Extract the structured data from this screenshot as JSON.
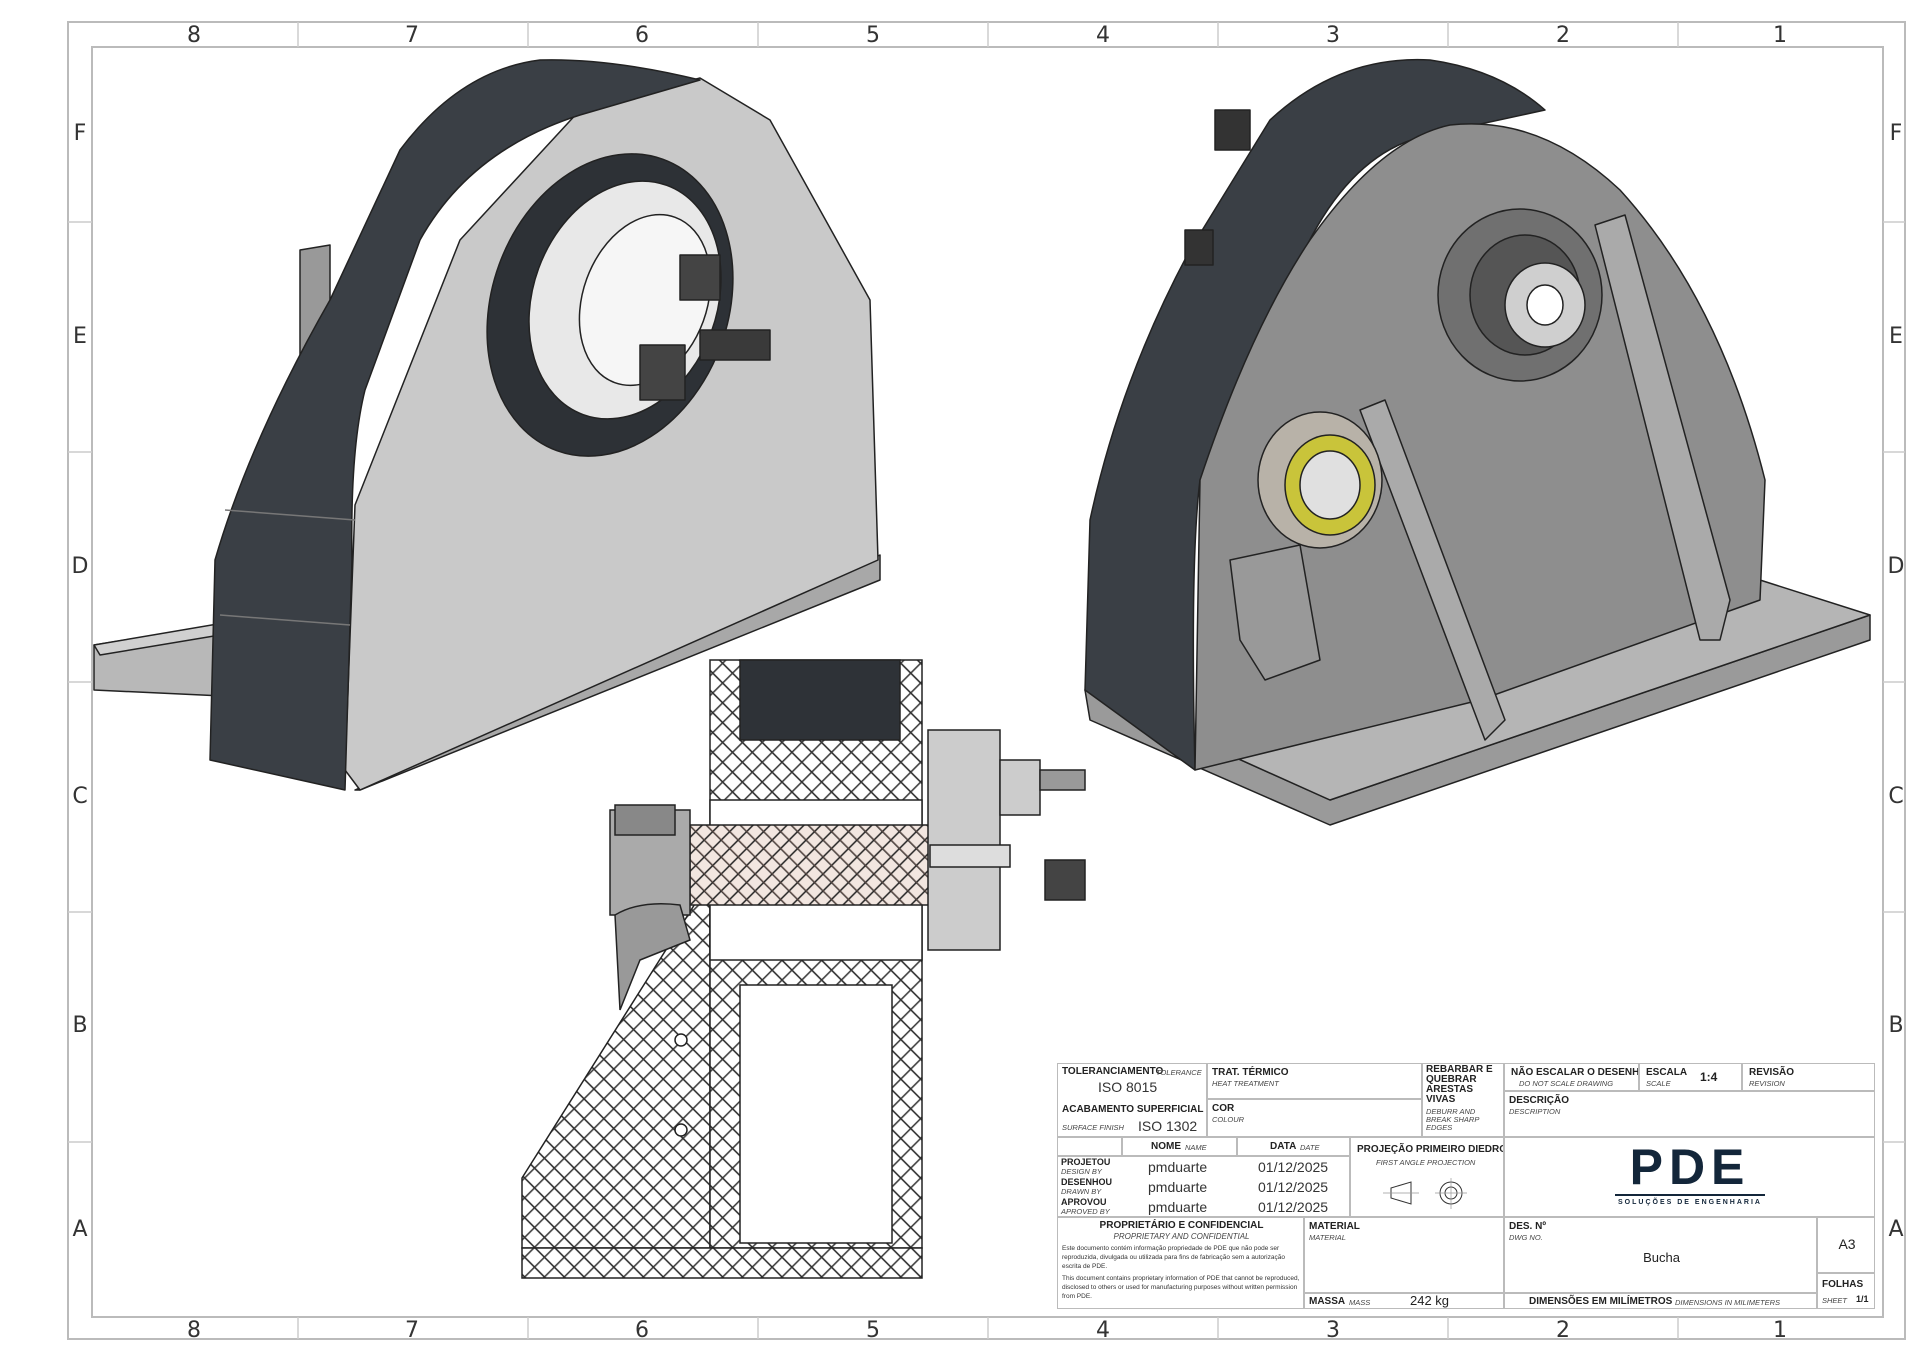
{
  "frame": {
    "columns": [
      "8",
      "7",
      "6",
      "5",
      "4",
      "3",
      "2",
      "1"
    ],
    "rows": [
      "F",
      "E",
      "D",
      "C",
      "B",
      "A"
    ]
  },
  "title_block": {
    "tolerance": {
      "label": "TOLERANCIAMENTO",
      "label_en": "TOLERANCE",
      "value": "ISO 8015"
    },
    "surface_finish": {
      "label": "ACABAMENTO SUPERFICIAL",
      "label_en": "SURFACE FINISH",
      "value": "ISO 1302"
    },
    "heat_treatment": {
      "label": "TRAT. TÉRMICO",
      "label_en": "HEAT TREATMENT"
    },
    "colour": {
      "label": "COR",
      "label_en": "COLOUR"
    },
    "deburr": {
      "label": "REBARBAR E QUEBRAR ARESTAS VIVAS",
      "label_en": "DEBURR AND BREAK SHARP EDGES"
    },
    "no_scale": {
      "label": "NÃO ESCALAR O DESENHO",
      "label_en": "DO NOT SCALE DRAWING"
    },
    "scale": {
      "label": "ESCALA",
      "label_en": "SCALE",
      "value": "1:4"
    },
    "revision": {
      "label": "REVISÃO",
      "label_en": "REVISION"
    },
    "description": {
      "label": "DESCRIÇÃO",
      "label_en": "DESCRIPTION"
    },
    "name_header": {
      "label": "NOME",
      "label_en": "NAME"
    },
    "date_header": {
      "label": "DATA",
      "label_en": "DATE"
    },
    "signatures": [
      {
        "role": "PROJETOU",
        "role_en": "DESIGN BY",
        "name": "pmduarte",
        "date": "01/12/2025"
      },
      {
        "role": "DESENHOU",
        "role_en": "DRAWN BY",
        "name": "pmduarte",
        "date": "01/12/2025"
      },
      {
        "role": "APROVOU",
        "role_en": "APROVED BY",
        "name": "pmduarte",
        "date": "01/12/2025"
      }
    ],
    "projection": {
      "label": "PROJEÇÃO PRIMEIRO DIEDRO",
      "label_en": "FIRST ANGLE PROJECTION"
    },
    "logo": {
      "text": "PDE",
      "subtitle": "SOLUÇÕES DE ENGENHARIA",
      "color": "#13263a"
    },
    "confidential": {
      "title": "PROPRIETÁRIO E CONFIDENCIAL",
      "title_en": "PROPRIETARY AND CONFIDENTIAL",
      "text_pt": "Este documento contém informação propriedade de PDE que não pode ser reproduzida, divulgada ou utilizada para fins de fabricação sem a autorização escrita de PDE.",
      "text_en": "This document contains proprietary information of PDE that cannot be reproduced, disclosed to others or used for manufacturing purposes without written permission from PDE."
    },
    "material": {
      "label": "MATERIAL",
      "label_en": "MATERIAL"
    },
    "mass": {
      "label": "MASSA",
      "label_en": "MASS",
      "value": "242 kg"
    },
    "dwg_no": {
      "label": "DES. Nº",
      "label_en": "DWG NO.",
      "value": "Bucha"
    },
    "size": "A3",
    "sheet": {
      "label": "FOLHAS",
      "label_en": "SHEET",
      "value": "1/1"
    },
    "dimensions": {
      "label": "DIMENSÕES EM MILÍMETROS",
      "label_en": "DIMENSIONS IN MILIMETERS"
    }
  }
}
